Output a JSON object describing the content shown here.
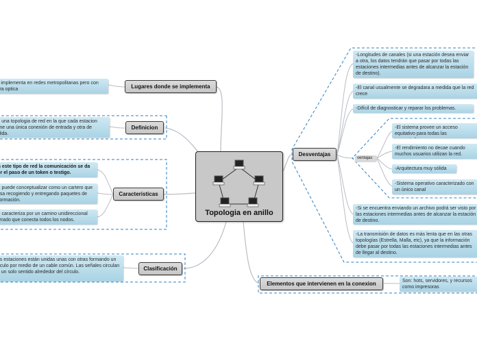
{
  "central": {
    "title": "Topologia en anillo"
  },
  "topics": {
    "lugares": "Lugares donde se implementa",
    "definicion": "Definicion",
    "caracteristicas": "Caracteristicas",
    "clasificacion": "Clasificación",
    "desventajas": "Desventajas",
    "elementos": "Elementos que intervienen en la conexion",
    "ventajas": "ventajas"
  },
  "notes": {
    "lugares": "se implementa en redes metropolitanas pero con fibra optica",
    "definicion": "Es una topologia de red en la que cada estacion tiene una única conexión de entrada y otra de salida.",
    "caracteristicas": [
      "En este tipo de red la comunicación se da por el paso de un token o testigo.",
      "Se puede conceptualizar como un cartero que pasa recogiendo y entregando paquetes de información.",
      "Se caracteriza por un camino unidireccional cerrado que conecta todos los nodos."
    ],
    "clasificacion": "Las estaciones están unidas unas con otras formando un círculo por medio de un cable común. Las señales circulan en un solo sentido alrededor del círculo.",
    "desventajas": [
      "-Longitudes de canales (si una estación desea enviar a otra, los datos tendrán que pasar por todas las estaciones intermedias antes de alcanzar la estación de destino).",
      "-El canal usualmente se degradara a medida que la red crece",
      "-Difícil de diagnosticar y reparar los problemas.",
      "-Si se encuentra enviando un archivo podrá ser visto por las estaciones intermedias antes de alcanzar la estación de destino.",
      "-La transmisión de datos es más lenta que en las otras topologías (Estrella, Malla, etc), ya que la información debe pasar por todas las estaciones intermedias antes de llegar al destino."
    ],
    "ventajas": [
      "-El sistema provee un acceso equitativo para todas las computadoras.",
      "-El rendimiento no decae cuando muchos usuarios utilizan la red.",
      "-Arquitectura muy sólida",
      "-Sistema operativo caracterizado con un único canal"
    ],
    "elementos": "Son: hots, servidores, y recursos como impresoras"
  },
  "colors": {
    "branch": "#b8bcc4",
    "dash": "#2d7fc0",
    "note_top": "#cfe9f3",
    "note_bottom": "#a9d3e4"
  }
}
